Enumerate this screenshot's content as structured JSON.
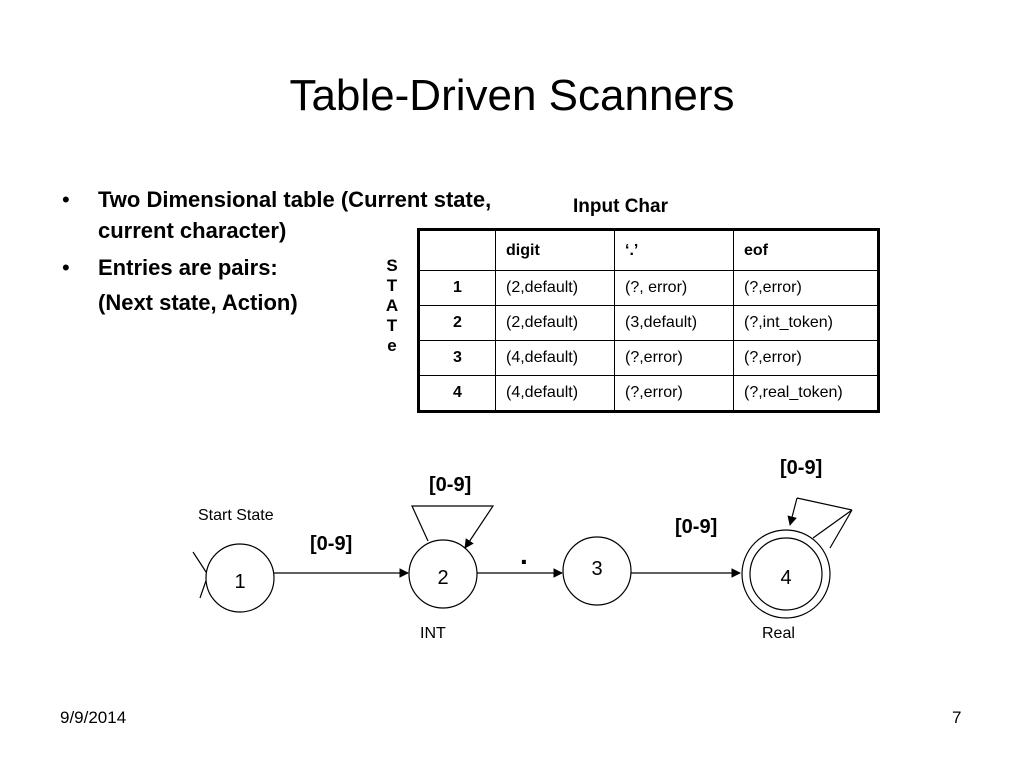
{
  "slide": {
    "title": "Table-Driven Scanners",
    "bullets": [
      "Two Dimensional table (Current state, current character)",
      "Entries are pairs:"
    ],
    "subline": "(Next state, Action)",
    "bullet_glyph": "•"
  },
  "table": {
    "input_label": "Input Char",
    "state_label": [
      "S",
      "T",
      "A",
      "T",
      "e"
    ],
    "columns": [
      "",
      "digit",
      "‘.’",
      "eof"
    ],
    "rows": [
      [
        "1",
        "(2,default)",
        "(?, error)",
        "(?,error)"
      ],
      [
        "2",
        "(2,default)",
        "(3,default)",
        "(?,int_token)"
      ],
      [
        "3",
        "(4,default)",
        "(?,error)",
        "(?,error)"
      ],
      [
        "4",
        "(4,default)",
        "(?,error)",
        "(?,real_token)"
      ]
    ]
  },
  "diagram": {
    "start_label": "Start State",
    "states": [
      "1",
      "2",
      "3",
      "4"
    ],
    "edge_labels": {
      "e12": "[0-9]",
      "loop2": "[0-9]",
      "e23": ".",
      "e34": "[0-9]",
      "loop4": "[0-9]"
    },
    "state_captions": {
      "s2": "INT",
      "s4": "Real"
    }
  },
  "footer": {
    "date": "9/9/2014",
    "page": "7"
  }
}
